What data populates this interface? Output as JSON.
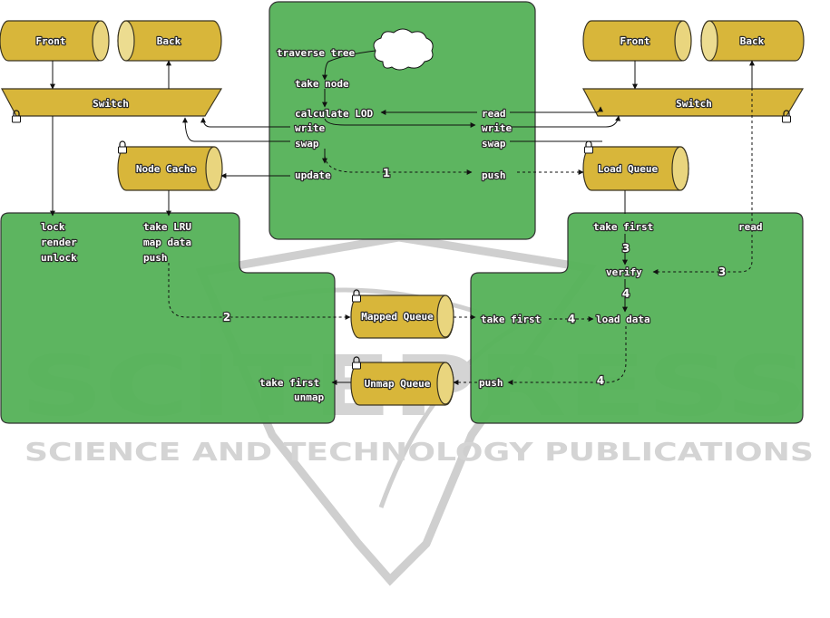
{
  "left_side": {
    "front": "Front",
    "back": "Back",
    "switch": "Switch",
    "node_cache": "Node Cache"
  },
  "right_side": {
    "front": "Front",
    "back": "Back",
    "switch": "Switch",
    "load_queue": "Load Queue"
  },
  "center_panel": {
    "traverse_tree": "traverse tree",
    "take_node": "take node",
    "calculate_lod": "calculate LOD",
    "write": "write",
    "swap": "swap",
    "update": "update",
    "read_r": "read",
    "write_r": "write",
    "swap_r": "swap",
    "push": "push",
    "step": "1"
  },
  "left_panel": {
    "lock": "lock",
    "render": "render",
    "unlock": "unlock",
    "take_lru": "take LRU",
    "unmap_data": "map data",
    "push": "push",
    "take_first": "take first",
    "unmap": "unmap",
    "step": "2"
  },
  "right_panel": {
    "take_first": "take first",
    "read": "read",
    "verify": "verify",
    "load_data": "load data",
    "take_first_lower": "take first",
    "push": "push",
    "step_3a": "3",
    "step_3b": "3",
    "step_4a": "4",
    "step_4b": "4",
    "step_4c": "4"
  },
  "queues": {
    "mapped": "Mapped Queue",
    "unmap": "Unmap Queue"
  },
  "watermark": {
    "logo": "SCITEPRESS",
    "tagline": "SCIENCE AND TECHNOLOGY PUBLICATIONS"
  }
}
